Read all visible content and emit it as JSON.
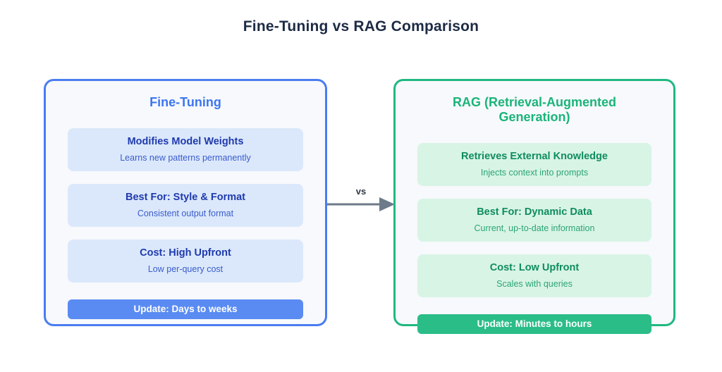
{
  "page": {
    "title": "Fine-Tuning vs RAG Comparison"
  },
  "connector": {
    "label": "vs",
    "color": "#6c7a89"
  },
  "colors": {
    "left_accent": "#4a7cf0",
    "left_header": "#3d76f0",
    "left_card_bg": "#dbe8fb",
    "left_card_title": "#1f3aad",
    "left_badge_bg": "#5a8bf2",
    "right_accent": "#20b880",
    "right_header": "#1bb47a",
    "right_card_bg": "#d8f4e5",
    "right_card_title": "#0f8c5f",
    "right_badge_bg": "#2bbd88",
    "panel_bg": "#f7f9fc",
    "title_color": "#1d2b45"
  },
  "panels": [
    {
      "id": "fine-tuning",
      "title": "Fine-Tuning",
      "items": [
        {
          "title": "Modifies Model Weights",
          "subtitle": "Learns new patterns permanently"
        },
        {
          "title": "Best For: Style & Format",
          "subtitle": "Consistent output format"
        },
        {
          "title": "Cost: High Upfront",
          "subtitle": "Low per-query cost"
        }
      ],
      "badge": "Update: Days to weeks"
    },
    {
      "id": "rag",
      "title": "RAG (Retrieval-Augmented Generation)",
      "items": [
        {
          "title": "Retrieves External Knowledge",
          "subtitle": "Injects context into prompts"
        },
        {
          "title": "Best For: Dynamic Data",
          "subtitle": "Current, up-to-date information"
        },
        {
          "title": "Cost: Low Upfront",
          "subtitle": "Scales with queries"
        }
      ],
      "badge": "Update: Minutes to hours"
    }
  ]
}
